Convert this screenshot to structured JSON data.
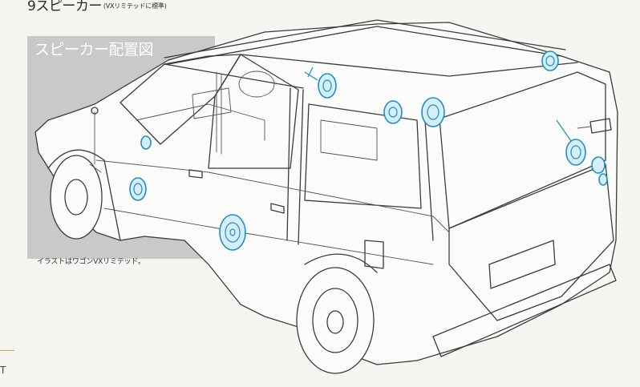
{
  "heading": {
    "number": "9",
    "title": "スピーカー",
    "subtitle": "(VXリミテッドに標準)"
  },
  "diagram": {
    "label": "スピーカー配置図",
    "caption": "イラストはワゴンVXリミテッド。",
    "accent_color": "#1f8fc4"
  },
  "page_edge": {
    "glyph": "T"
  }
}
